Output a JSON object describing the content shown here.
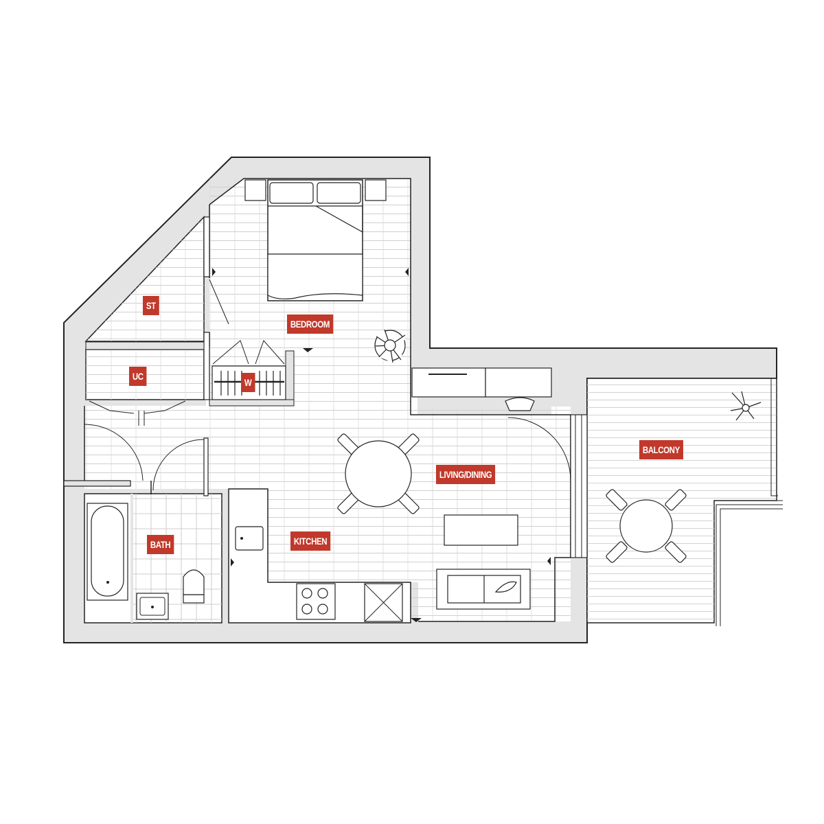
{
  "rooms": {
    "bedroom": "BEDROOM",
    "store": "ST",
    "utility": "UC",
    "wardrobe": "W",
    "living_dining": "LIVING/DINING",
    "kitchen": "KITCHEN",
    "bath": "BATH",
    "balcony": "BALCONY"
  },
  "colors": {
    "label_background": "#c0392b",
    "wall_fill": "#e4e4e4",
    "floor_line": "#cccccc",
    "line": "#222222"
  }
}
